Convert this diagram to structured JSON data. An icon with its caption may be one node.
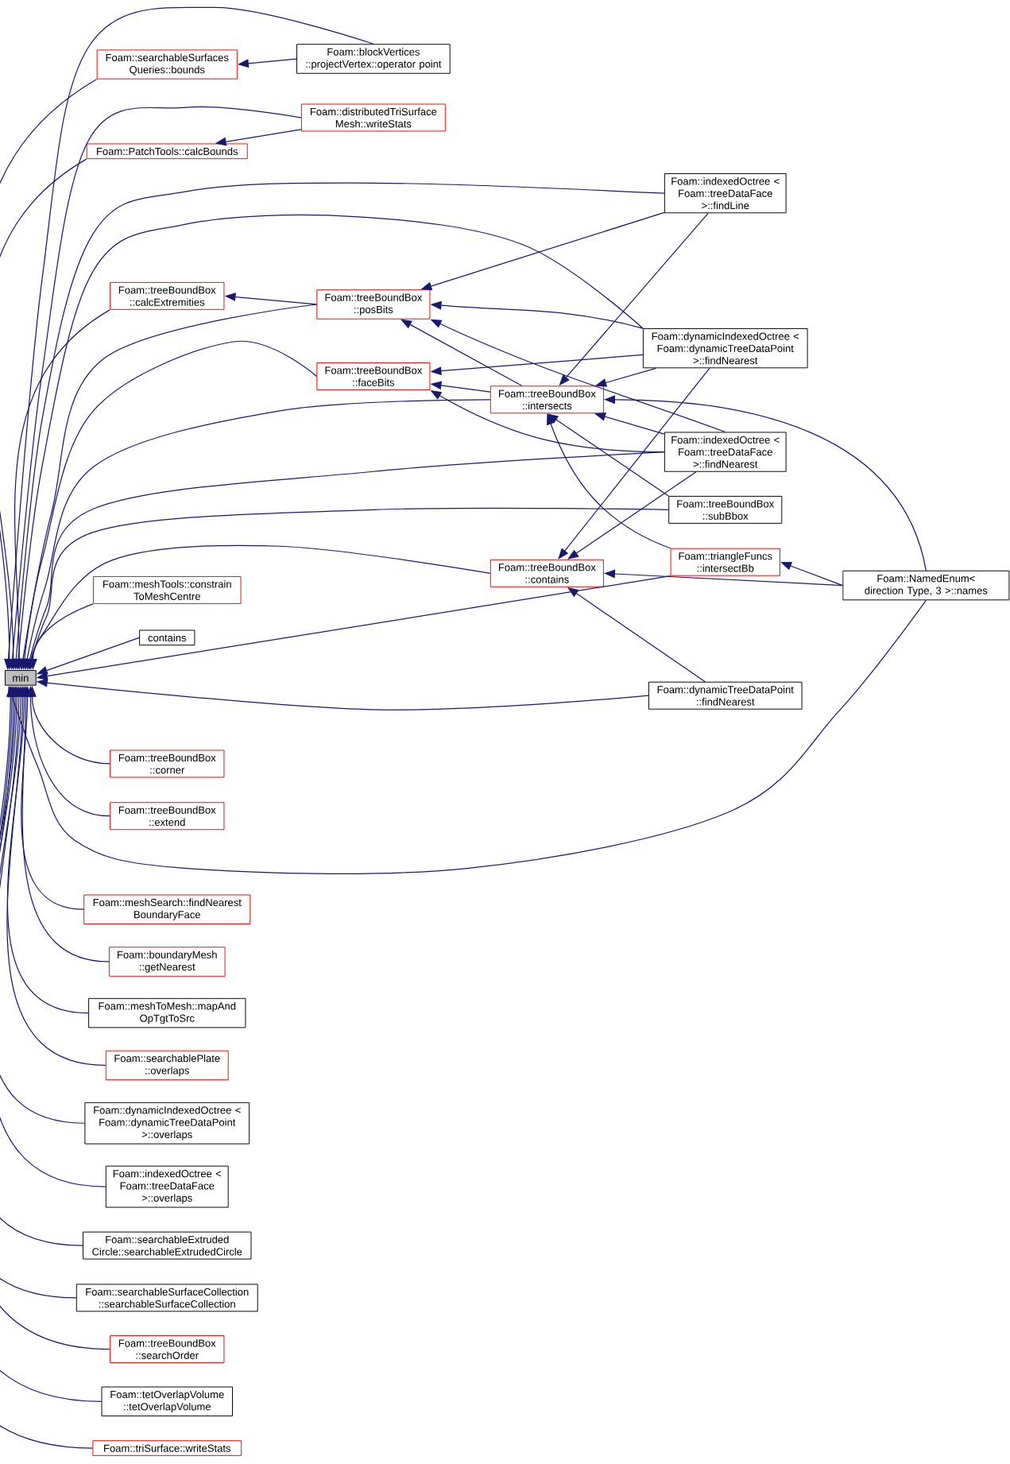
{
  "diagram": {
    "nodes": [
      {
        "text": [
          "min"
        ]
      },
      {
        "text": [
          "Foam::searchableSurfaces Queries::bounds"
        ]
      },
      {
        "text": [
          "Foam::blockVertices ::projectVertex::operator point"
        ]
      },
      {
        "text": [
          "Foam::distributedTriSurface Mesh::writeStats"
        ]
      },
      {
        "text": [
          "Foam::PatchTools::calcBounds"
        ]
      },
      {
        "text": [
          "Foam::indexedOctree < Foam::treeDataFace >::findLine"
        ]
      },
      {
        "text": [
          "Foam::treeBoundBox ::calcExtremities"
        ]
      },
      {
        "text": [
          "Foam::treeBoundBox ::posBits"
        ]
      },
      {
        "text": [
          "Foam::dynamicIndexedOctree < Foam::dynamicTreeDataPoint >::findNearest"
        ]
      },
      {
        "text": [
          "Foam::treeBoundBox ::faceBits"
        ]
      },
      {
        "text": [
          "Foam::treeBoundBox ::intersects"
        ]
      },
      {
        "text": [
          "Foam::indexedOctree < Foam::treeDataFace >::findNearest"
        ]
      },
      {
        "text": [
          "Foam::treeBoundBox ::subBbox"
        ]
      },
      {
        "text": [
          "Foam::treeBoundBox ::contains"
        ]
      },
      {
        "text": [
          "Foam::triangleFuncs ::intersectBb"
        ]
      },
      {
        "text": [
          "Foam::NamedEnum< direction Type, 3 >::names"
        ]
      },
      {
        "text": [
          "Foam::meshTools::constrain ToMeshCentre"
        ]
      },
      {
        "text": [
          "contains"
        ]
      },
      {
        "text": [
          "Foam::dynamicTreeDataPoint ::findNearest"
        ]
      },
      {
        "text": [
          "Foam::treeBoundBox ::corner"
        ]
      },
      {
        "text": [
          "Foam::treeBoundBox ::extend"
        ]
      },
      {
        "text": [
          "Foam::meshSearch::findNearest BoundaryFace"
        ]
      },
      {
        "text": [
          "Foam::boundaryMesh ::getNearest"
        ]
      },
      {
        "text": [
          "Foam::meshToMesh::mapAnd OpTgtToSrc"
        ]
      },
      {
        "text": [
          "Foam::searchablePlate ::overlaps"
        ]
      },
      {
        "text": [
          "Foam::dynamicIndexedOctree < Foam::dynamicTreeDataPoint >::overlaps"
        ]
      },
      {
        "text": [
          "Foam::indexedOctree < Foam::treeDataFace >::overlaps"
        ]
      },
      {
        "text": [
          "Foam::searchableExtruded Circle::searchableExtrudedCircle"
        ]
      },
      {
        "text": [
          "Foam::searchableSurfaceCollection ::searchableSurfaceCollection"
        ]
      },
      {
        "text": [
          "Foam::treeBoundBox ::searchOrder"
        ]
      },
      {
        "text": [
          "Foam::tetOverlapVolume ::tetOverlapVolume"
        ]
      },
      {
        "text": [
          "Foam::triSurface::writeStats"
        ]
      }
    ],
    "edges": [
      {
        "from": 1,
        "to": 0,
        "arrow": "to"
      },
      {
        "from": 2,
        "to": 1,
        "arrow": "to"
      },
      {
        "from": 2,
        "to": 0,
        "arrow": "to"
      },
      {
        "from": 3,
        "to": 4,
        "arrow": "to"
      },
      {
        "from": 3,
        "to": 0,
        "arrow": "to"
      },
      {
        "from": 4,
        "to": 0,
        "arrow": "to"
      },
      {
        "from": 5,
        "to": 7,
        "arrow": "to"
      },
      {
        "from": 5,
        "to": 10,
        "arrow": "to"
      },
      {
        "from": 5,
        "to": 0,
        "arrow": "to"
      },
      {
        "from": 6,
        "to": 0,
        "arrow": "to"
      },
      {
        "from": 7,
        "to": 6,
        "arrow": "to"
      },
      {
        "from": 7,
        "to": 0,
        "arrow": "to"
      },
      {
        "from": 8,
        "to": 7,
        "arrow": "to"
      },
      {
        "from": 8,
        "to": 9,
        "arrow": "to"
      },
      {
        "from": 8,
        "to": 10,
        "arrow": "to"
      },
      {
        "from": 8,
        "to": 13,
        "arrow": "to"
      },
      {
        "from": 8,
        "to": 0,
        "arrow": "to"
      },
      {
        "from": 9,
        "to": 0,
        "arrow": "to"
      },
      {
        "from": 10,
        "to": 7,
        "arrow": "to"
      },
      {
        "from": 10,
        "to": 9,
        "arrow": "to"
      },
      {
        "from": 10,
        "to": 0,
        "arrow": "to"
      },
      {
        "from": 11,
        "to": 7,
        "arrow": "to"
      },
      {
        "from": 11,
        "to": 9,
        "arrow": "to"
      },
      {
        "from": 11,
        "to": 10,
        "arrow": "to"
      },
      {
        "from": 11,
        "to": 13,
        "arrow": "to"
      },
      {
        "from": 11,
        "to": 0,
        "arrow": "to"
      },
      {
        "from": 12,
        "to": 10,
        "arrow": "to"
      },
      {
        "from": 12,
        "to": 0,
        "arrow": "to"
      },
      {
        "from": 13,
        "to": 0,
        "arrow": "to"
      },
      {
        "from": 14,
        "to": 10,
        "arrow": "to"
      },
      {
        "from": 14,
        "to": 0,
        "arrow": "to"
      },
      {
        "from": 15,
        "to": 10,
        "arrow": "to"
      },
      {
        "from": 15,
        "to": 13,
        "arrow": "to"
      },
      {
        "from": 15,
        "to": 14,
        "arrow": "to"
      },
      {
        "from": 15,
        "to": 0,
        "arrow": "to"
      },
      {
        "from": 16,
        "to": 0,
        "arrow": "to"
      },
      {
        "from": 17,
        "to": 0,
        "arrow": "to"
      },
      {
        "from": 18,
        "to": 13,
        "arrow": "to"
      },
      {
        "from": 18,
        "to": 0,
        "arrow": "to"
      },
      {
        "from": 19,
        "to": 0,
        "arrow": "to"
      },
      {
        "from": 20,
        "to": 0,
        "arrow": "to"
      },
      {
        "from": 21,
        "to": 0,
        "arrow": "to"
      },
      {
        "from": 22,
        "to": 0,
        "arrow": "to"
      },
      {
        "from": 23,
        "to": 0,
        "arrow": "to"
      },
      {
        "from": 24,
        "to": 0,
        "arrow": "to"
      },
      {
        "from": 25,
        "to": 0,
        "arrow": "to"
      },
      {
        "from": 26,
        "to": 0,
        "arrow": "to"
      },
      {
        "from": 27,
        "to": 0,
        "arrow": "to"
      },
      {
        "from": 28,
        "to": 0,
        "arrow": "to"
      },
      {
        "from": 29,
        "to": 0,
        "arrow": "to"
      },
      {
        "from": 30,
        "to": 0,
        "arrow": "to"
      },
      {
        "from": 31,
        "to": 0,
        "arrow": "to"
      }
    ]
  }
}
